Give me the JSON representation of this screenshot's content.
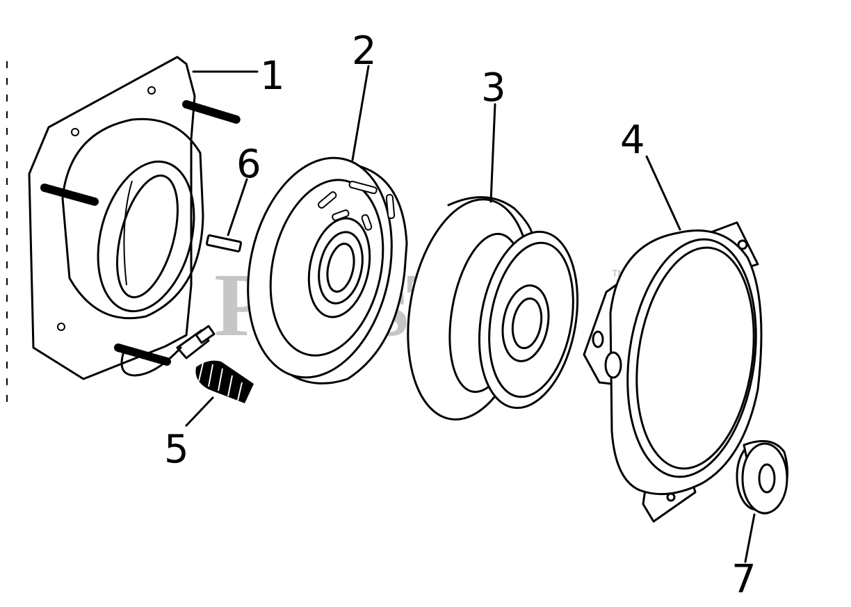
{
  "diagram": {
    "callouts": [
      "1",
      "2",
      "3",
      "4",
      "5",
      "6",
      "7"
    ],
    "watermark": "PartsTree",
    "trademark": "TM"
  }
}
